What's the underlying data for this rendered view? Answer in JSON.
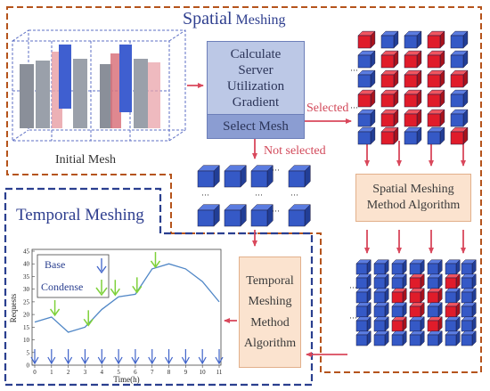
{
  "titles": {
    "spatial_big": "Spatial",
    "spatial_small": "Meshing",
    "temporal": "Temporal Meshing"
  },
  "labels": {
    "initial_mesh": "Initial Mesh",
    "calculate_lines": [
      "Calculate",
      "Server",
      "Utilization",
      "Gradient"
    ],
    "select_mesh": "Select Mesh",
    "selected": "Selected",
    "not_selected": "Not selected",
    "spatial_algo_lines": [
      "Spatial Meshing",
      "Method Algorithm"
    ],
    "temporal_algo_lines": [
      "Temporal",
      "Meshing",
      "Method",
      "Algorithm"
    ],
    "grid_dots": "···"
  },
  "legend": {
    "base": "Base",
    "condense": "Condense"
  },
  "colors": {
    "spatial_border": "#b5541c",
    "temporal_border": "#2a3f8f",
    "arrow": "#d9485c",
    "cube_blue": "#3559c6",
    "cube_red": "#e01c2a",
    "green_arrow": "#7ed13a",
    "blue_arrow": "#3f63c9",
    "line": "#4f86c6"
  },
  "chart_data": {
    "type": "line",
    "title": "",
    "xlabel": "Time(h)",
    "ylabel": "Requests",
    "xlim": [
      0,
      11
    ],
    "ylim": [
      0,
      45
    ],
    "xticks": [
      0,
      1,
      2,
      3,
      4,
      5,
      6,
      7,
      8,
      9,
      10,
      11
    ],
    "yticks": [
      0,
      5,
      10,
      15,
      20,
      25,
      30,
      35,
      40,
      45
    ],
    "series": [
      {
        "x": [
          0,
          1,
          2,
          3,
          4,
          5,
          6,
          7,
          8,
          9,
          10,
          11
        ],
        "values": [
          17,
          19,
          13,
          15,
          22,
          27,
          28,
          38,
          40,
          38,
          33,
          25
        ]
      }
    ],
    "base_markers_x": [
      0,
      1,
      2,
      3,
      4,
      5,
      6,
      7,
      8,
      9,
      10,
      11
    ],
    "condense_markers_x": [
      1.2,
      3.2,
      4.8,
      6.1,
      7.2
    ]
  }
}
